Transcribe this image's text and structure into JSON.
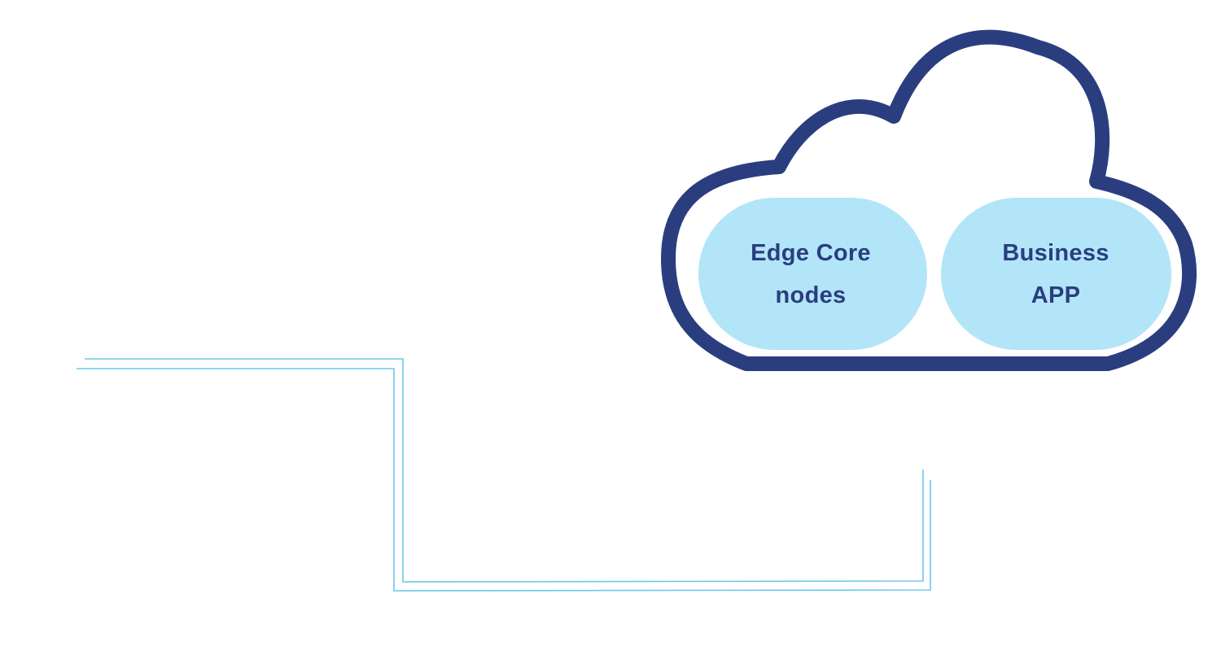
{
  "colors": {
    "cloud_outline": "#2a3e7f",
    "node_fill": "#b3e5f8",
    "node_text": "#2a3e7f",
    "connector_line": "#6ec7ea",
    "background": "#ffffff"
  },
  "cloud": {
    "nodes": [
      {
        "line1": "Edge Core",
        "line2": "nodes"
      },
      {
        "line1": "Business",
        "line2": "APP"
      }
    ]
  }
}
